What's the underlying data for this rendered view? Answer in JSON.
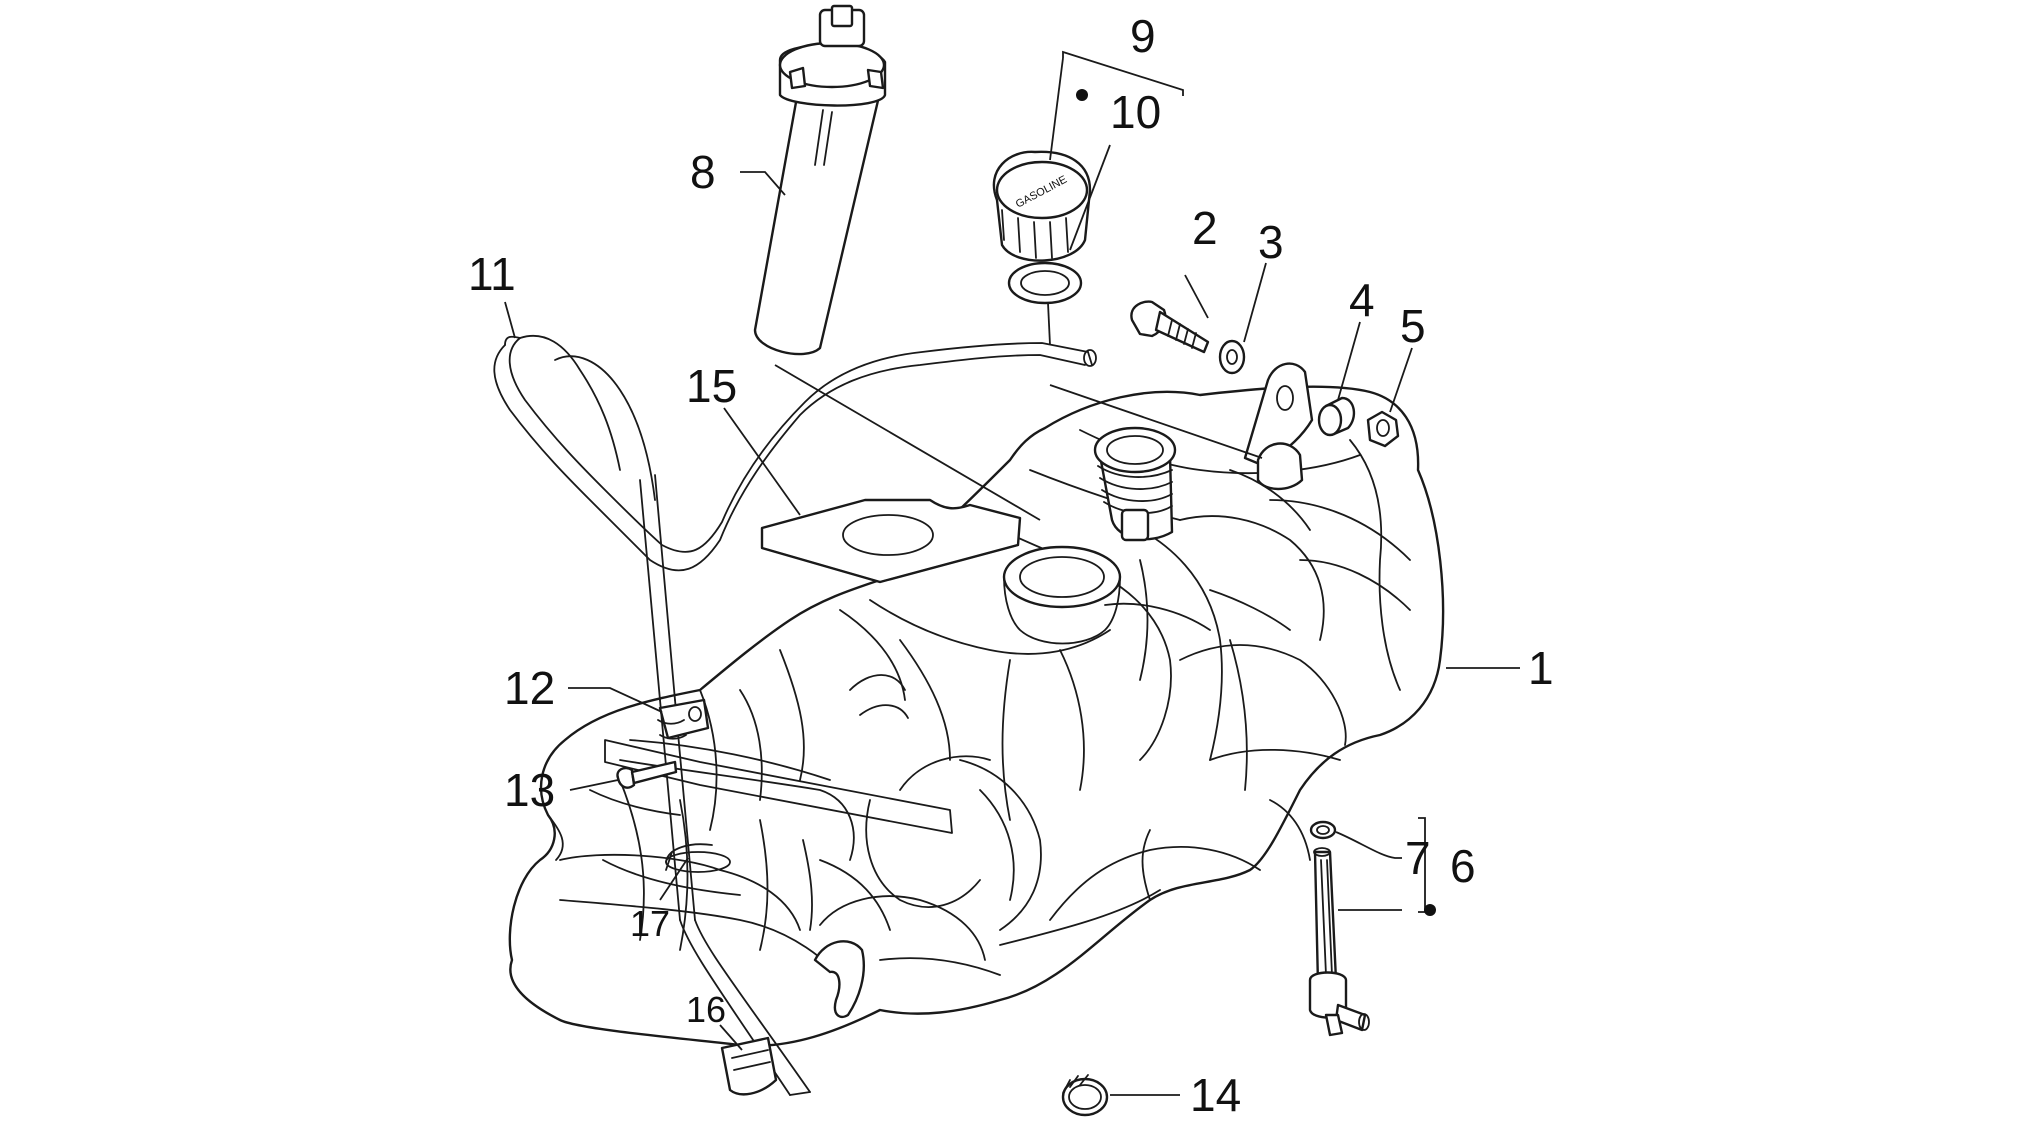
{
  "diagram": {
    "cap_text": "GASOLINE",
    "callouts": {
      "c1": "1",
      "c2": "2",
      "c3": "3",
      "c4": "4",
      "c5": "5",
      "c6": "6",
      "c7": "7",
      "c8": "8",
      "c9": "9",
      "c10": "10",
      "c11": "11",
      "c12": "12",
      "c13": "13",
      "c14": "14",
      "c15": "15",
      "c16": "16",
      "c17": "17"
    }
  }
}
